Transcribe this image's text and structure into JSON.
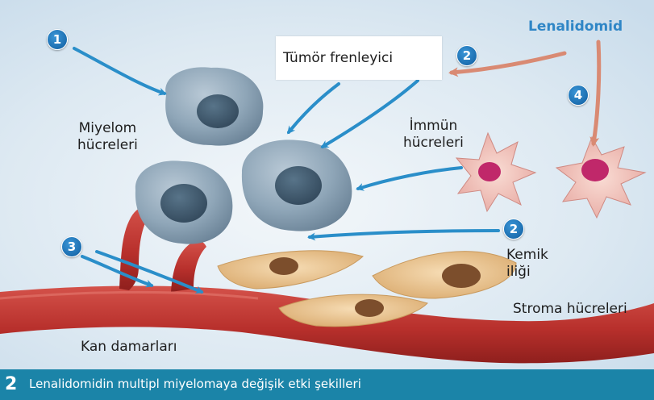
{
  "labels": {
    "drug": "Lenalidomid",
    "tumor_suppressor": "Tümör frenleyici",
    "myeloma_cells_line1": "Miyelom",
    "myeloma_cells_line2": "hücreleri",
    "immune_cells_line1": "İmmün",
    "immune_cells_line2": "hücreleri",
    "bone_marrow_line1": "Kemik",
    "bone_marrow_line2": "iliği",
    "stroma_cells": "Stroma hücreleri",
    "blood_vessels": "Kan damarları"
  },
  "markers": [
    {
      "id": "marker-1",
      "number": "1"
    },
    {
      "id": "marker-2-top",
      "number": "2"
    },
    {
      "id": "marker-2-bottom",
      "number": "2"
    },
    {
      "id": "marker-3",
      "number": "3"
    },
    {
      "id": "marker-4",
      "number": "4"
    }
  ],
  "caption": {
    "number": "2",
    "text": "Lenalidomidin multipl miyelomaya değişik etki şekilleri"
  },
  "colors": {
    "background": "#dde9f2",
    "myeloma_cell": "#8fa6b8",
    "myeloma_nucleus": "#3e5a70",
    "blood_vessel": "#c93a35",
    "immune_cell": "#f0c2bc",
    "immune_nucleus": "#c0286a",
    "stroma_cell": "#e9c28c",
    "stroma_nucleus": "#7c4e2c",
    "blue_arrow": "#2a8ec9",
    "drug_arrow": "#d98a73",
    "caption_bar": "#1b84a8",
    "drug_label": "#2f86c6"
  }
}
